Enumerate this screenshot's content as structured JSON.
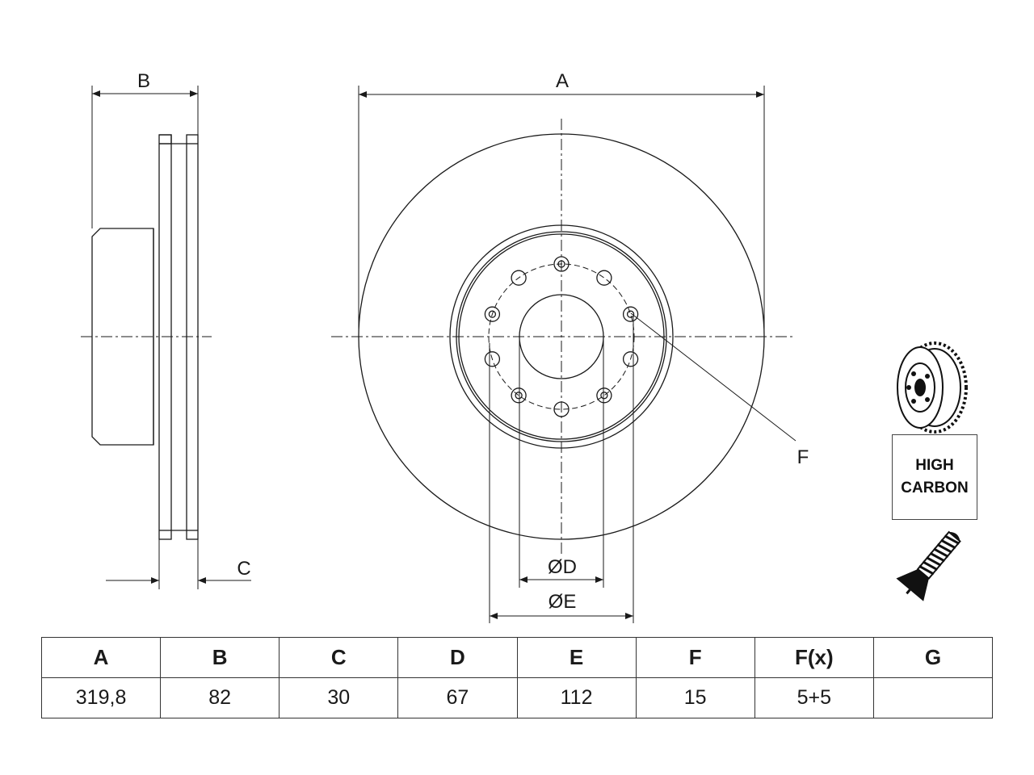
{
  "labels": {
    "dim_a": "A",
    "dim_b": "B",
    "dim_c": "C",
    "dim_d": "ØD",
    "dim_e": "ØE",
    "dim_f": "F"
  },
  "badge": {
    "line1": "HIGH",
    "line2": "CARBON"
  },
  "table": {
    "headers": [
      "A",
      "B",
      "C",
      "D",
      "E",
      "F",
      "F(x)",
      "G"
    ],
    "values": [
      "319,8",
      "82",
      "30",
      "67",
      "112",
      "15",
      "5+5",
      ""
    ]
  },
  "icons": {
    "disc": "brake-disc-icon",
    "screw": "countersunk-screw-icon"
  }
}
